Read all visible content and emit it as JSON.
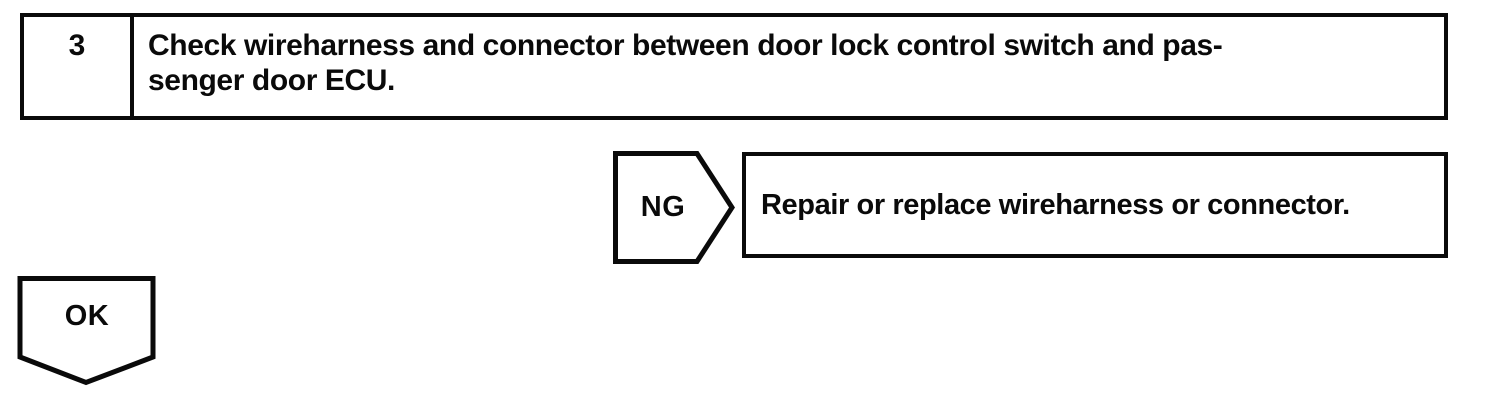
{
  "page": {
    "background_color": "#ffffff",
    "ink_color": "#0a0a0a",
    "kind": "troubleshooting-flowchart-step"
  },
  "flowchart": {
    "step": {
      "number": "3",
      "instruction_line1": "Check wireharness and connector between door lock control switch and pas-",
      "instruction_line2": "senger door ECU."
    },
    "ng_branch": {
      "label": "NG",
      "action": "Repair or replace wireharness or connector."
    },
    "ok_branch": {
      "label": "OK"
    }
  }
}
